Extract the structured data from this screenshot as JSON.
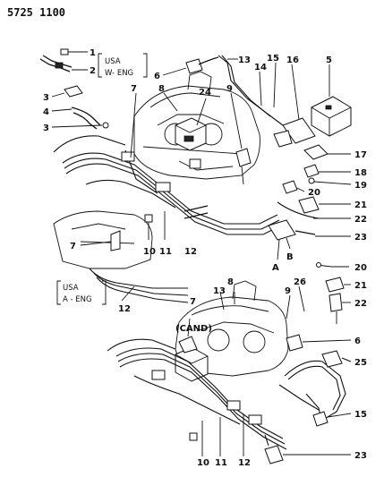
{
  "header": {
    "code": "5725  1100"
  },
  "notes": {
    "usa_w_eng_line1": "USA",
    "usa_w_eng_line2": "W- ENG",
    "usa_a_eng_line1": "USA",
    "usa_a_eng_line2": "A - ENG",
    "cand": "(CAND)"
  },
  "labels": {
    "l1": "1",
    "l2": "2",
    "l3a": "3",
    "l4": "4",
    "l3b": "3",
    "l5": "5",
    "l6a": "6",
    "l7a": "7",
    "l8a": "8",
    "l9a": "9",
    "l13a": "13",
    "l14": "14",
    "l15a": "15",
    "l16": "16",
    "l24": "24",
    "l17": "17",
    "l18": "18",
    "l19": "19",
    "l20a": "20",
    "l21a": "21",
    "l22a": "22",
    "l23a": "23",
    "l7b": "7",
    "l10a": "10",
    "l11a": "11",
    "l12a": "12",
    "lA": "A",
    "lB": "B",
    "l12b": "12",
    "l20b": "20",
    "l21b": "21",
    "l22b": "22",
    "l7c": "7",
    "l8b": "8",
    "l13b": "13",
    "l9b": "9",
    "l26": "26",
    "l6b": "6",
    "l25": "25",
    "l15b": "15",
    "l23b": "23",
    "l10b": "10",
    "l11b": "11",
    "l12c": "12"
  }
}
